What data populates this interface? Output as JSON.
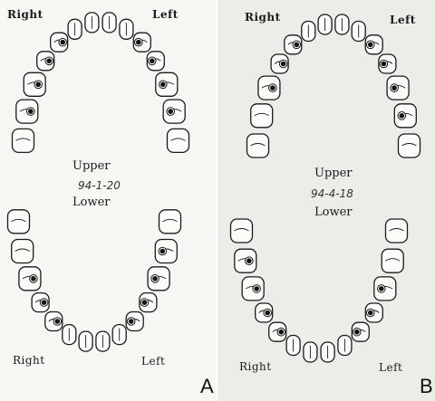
{
  "panels": [
    {
      "letter": "A",
      "upper_right": "Right",
      "upper_left": "Left",
      "upper": "Upper",
      "date": "94-1-20",
      "lower": "Lower",
      "lower_right": "Right",
      "lower_left": "Left"
    },
    {
      "letter": "B",
      "upper_right": "Right",
      "upper_left": "Left",
      "upper": "Upper",
      "date": "94-4-18",
      "lower": "Lower",
      "lower_right": "Right",
      "lower_left": "Left"
    }
  ],
  "colors": {
    "ink": "#1a1a1a",
    "marker": "#111111"
  }
}
